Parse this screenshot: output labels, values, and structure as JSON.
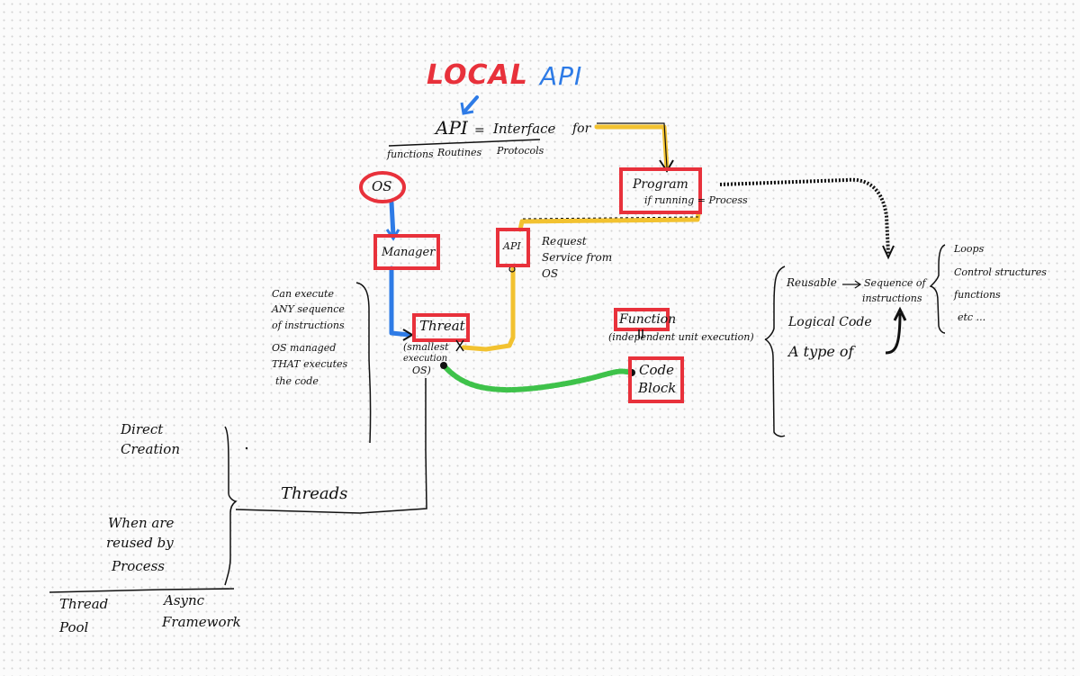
{
  "colors": {
    "ink": "#111111",
    "box_red": "#e8313b",
    "arrow_blue": "#2e7be6",
    "connector_yellow": "#f2c230",
    "squiggle_green": "#3ec24a",
    "title_red": "#e8313b",
    "title_blue": "#2e7be6"
  },
  "title": {
    "local": "LOCAL",
    "api": "API"
  },
  "api_line": {
    "api": "API",
    "equals": "=",
    "interface": "Interface",
    "for": "for",
    "functions": "functions",
    "routines": "Routines",
    "protocols": "Protocols"
  },
  "nodes": {
    "os": "OS",
    "manager": "Manager",
    "api_small": "API",
    "threat": "Threat",
    "program_line1": "Program",
    "program_line2": "if running = Process",
    "function": "Function",
    "code": "Code",
    "block": "Block"
  },
  "notes": {
    "request_1": "Request",
    "request_2": "Service from",
    "request_3": "OS",
    "threat_note_1": "(smallest",
    "threat_note_2": "execution",
    "threat_note_3": "OS)",
    "function_note": "(independent unit execution)",
    "can_execute": [
      "Can execute",
      "ANY sequence",
      "of instructions",
      "OS managed",
      "THAT executes",
      "the code"
    ],
    "reusable": "Reusable",
    "sequence_1": "Sequence of",
    "sequence_2": "instructions",
    "logical_code": "Logical Code",
    "a_type_of": "A type of",
    "list": [
      "Loops",
      "Control structures",
      "functions",
      "etc ..."
    ],
    "direct_1": "Direct",
    "direct_2": "Creation",
    "threads": "Threads",
    "when_1": "When are",
    "when_2": "reused by",
    "when_3": "Process",
    "thread_pool_1": "Thread",
    "thread_pool_2": "Pool",
    "async_1": "Async",
    "async_2": "Framework"
  }
}
